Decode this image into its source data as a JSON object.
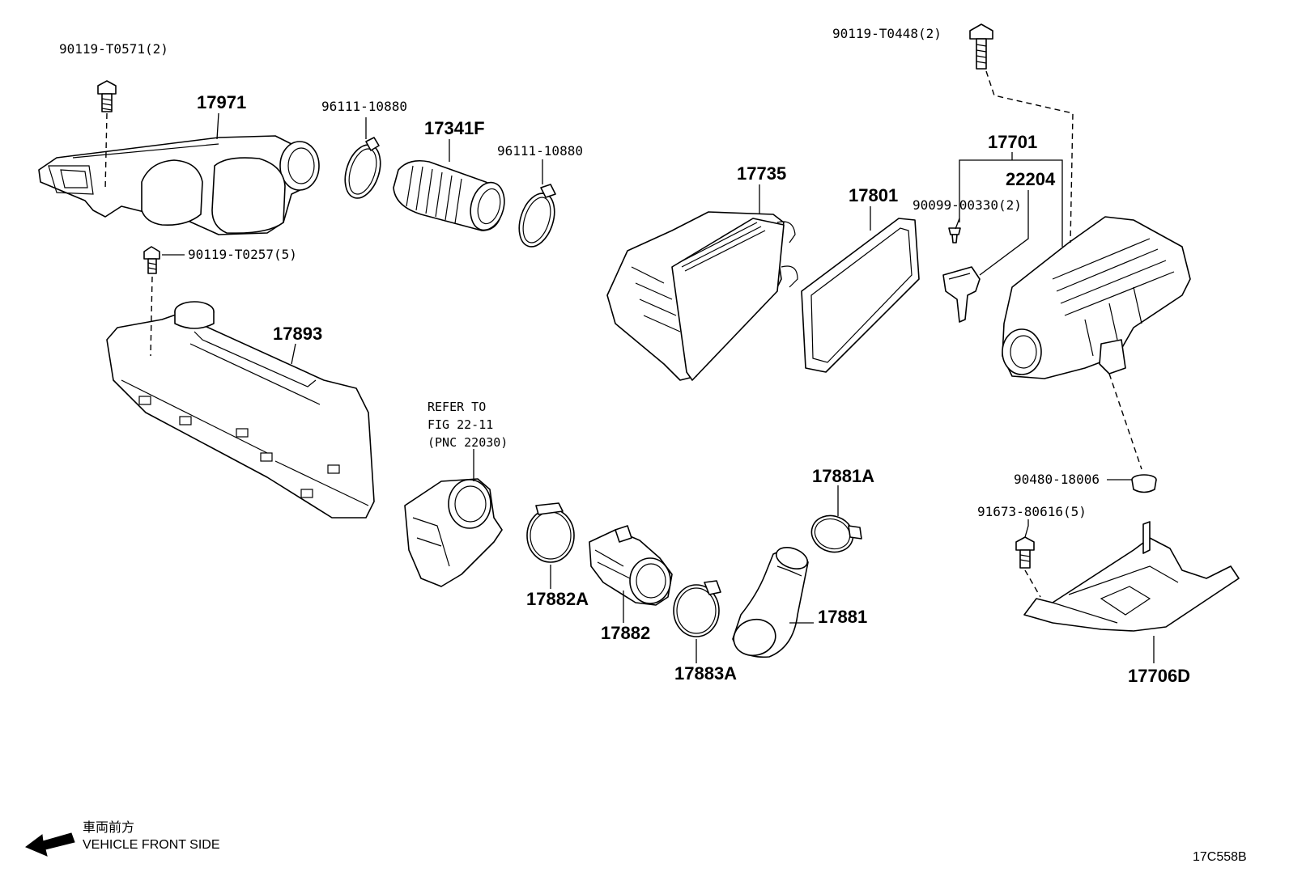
{
  "callouts": {
    "bolt_17971": "90119-T0571(2)",
    "cover_17971": "17971",
    "clamp_left": "96111-10880",
    "hose": "17341F",
    "clamp_right": "96111-10880",
    "bolt_17893": "90119-T0257(5)",
    "resonator": "17893",
    "air_box_cover": "17735",
    "element": "17801",
    "bolt_top_right": "90119-T0448(2)",
    "air_cleaner_assy": "17701",
    "sensor": "22204",
    "screw_sensor": "90099-00330(2)",
    "grommet": "90480-18006",
    "bolt_bracket": "91673-80616(5)",
    "bracket": "17706D",
    "clamp_17882a": "17882A",
    "inlet_17882": "17882",
    "clamp_17883a": "17883A",
    "clamp_17881a": "17881A",
    "hose_17881": "17881"
  },
  "refer": {
    "line1": "REFER TO",
    "line2": "FIG 22-11",
    "line3": "(PNC 22030)"
  },
  "footer": {
    "jp_label": "車両前方",
    "en_label": "VEHICLE FRONT SIDE",
    "fig_code": "17C558B"
  }
}
